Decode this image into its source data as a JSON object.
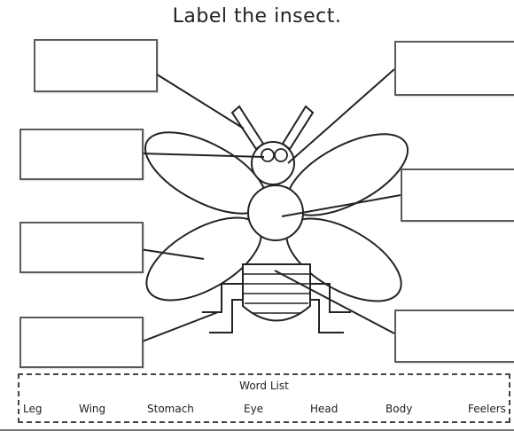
{
  "worksheet": {
    "title": "Label the insect."
  },
  "word_list": {
    "heading": "Word List",
    "words": [
      "Leg",
      "Wing",
      "Stomach",
      "Eye",
      "Head",
      "Body",
      "Feelers"
    ]
  }
}
